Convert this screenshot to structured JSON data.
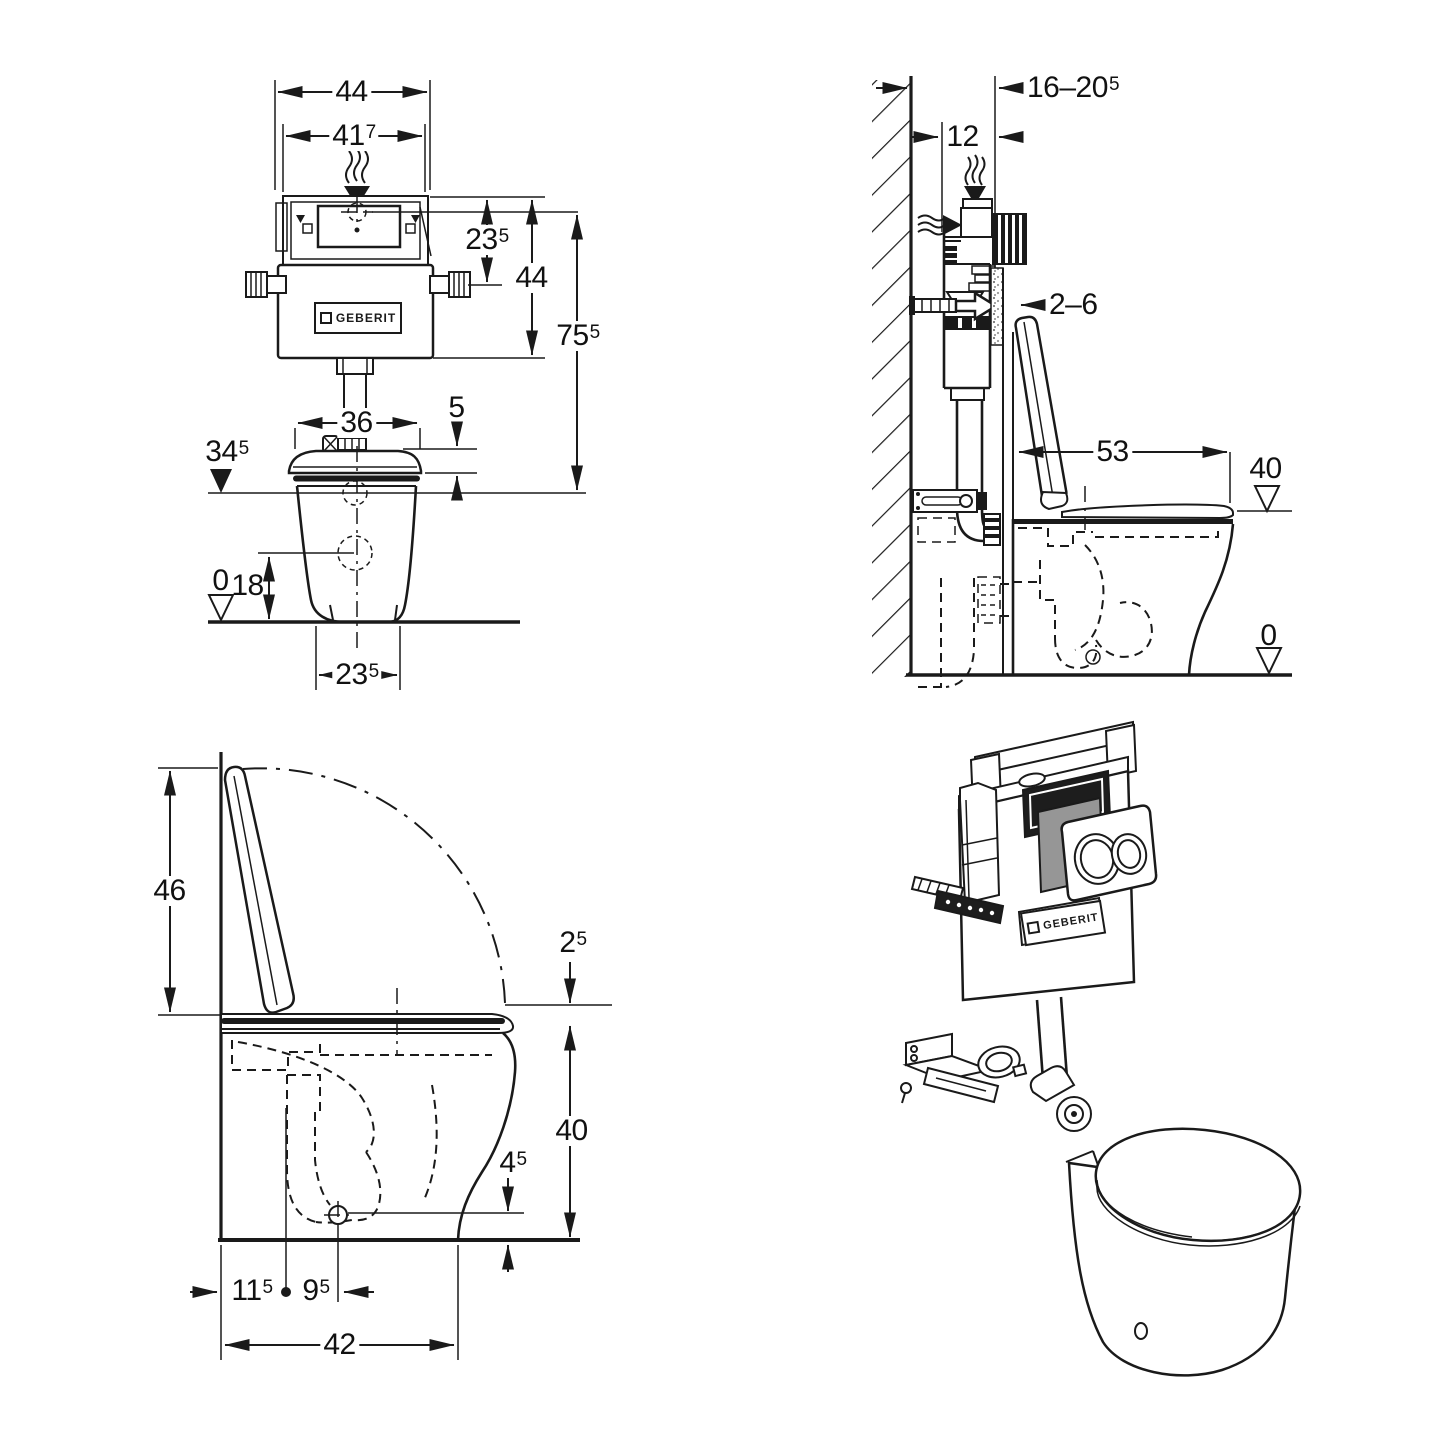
{
  "brand": {
    "logo_text": "GEBERIT"
  },
  "dims": {
    "front": {
      "width_top": {
        "v": "44",
        "s": ""
      },
      "width_inner": {
        "v": "41",
        "s": "7"
      },
      "inlet_offset": {
        "v": "23",
        "s": "5"
      },
      "height_cistern": {
        "v": "44",
        "s": ""
      },
      "height_total": {
        "v": "75",
        "s": "5"
      },
      "lid_width": {
        "v": "36",
        "s": ""
      },
      "lid_gap": {
        "v": "5",
        "s": ""
      },
      "seat_level": {
        "v": "34",
        "s": "5"
      },
      "zero_level": {
        "v": "0",
        "s": ""
      },
      "outlet_height": {
        "v": "18",
        "s": ""
      },
      "foot_width": {
        "v": "23",
        "s": "5"
      }
    },
    "section": {
      "wall_to_front": {
        "v": "16–20",
        "s": "5"
      },
      "cistern_depth": {
        "v": "12",
        "s": ""
      },
      "gap": {
        "v": "2–6",
        "s": ""
      },
      "depth": {
        "v": "53",
        "s": ""
      },
      "seat_level": {
        "v": "40",
        "s": ""
      },
      "zero_level": {
        "v": "0",
        "s": ""
      }
    },
    "side": {
      "lid_height": {
        "v": "46",
        "s": ""
      },
      "lid_thickness": {
        "v": "2",
        "s": "5"
      },
      "seat_height": {
        "v": "40",
        "s": ""
      },
      "outlet_height": {
        "v": "4",
        "s": "5"
      },
      "wall_to_fixing": {
        "v": "11",
        "s": "5"
      },
      "fixing_to_outlet": {
        "v": "9",
        "s": "5"
      },
      "depth": {
        "v": "42",
        "s": ""
      }
    }
  }
}
